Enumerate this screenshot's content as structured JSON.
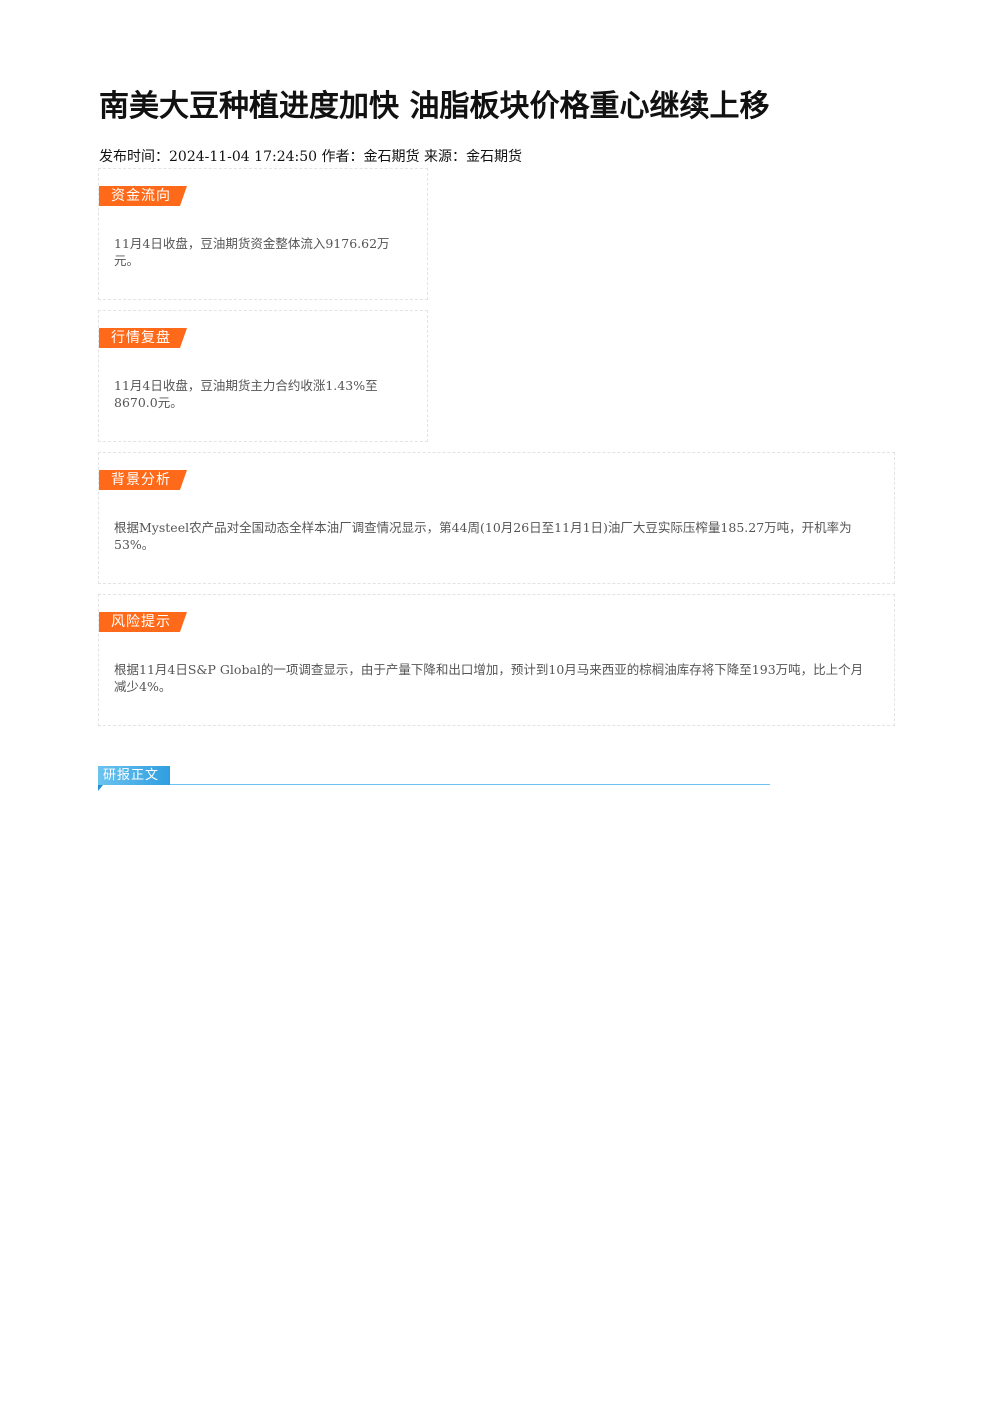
{
  "article": {
    "title": "南美大豆种植进度加快 油脂板块价格重心继续上移",
    "meta": "发布时间：2024-11-04 17:24:50 作者：金石期货 来源：金石期货"
  },
  "cards": {
    "fund_flow": {
      "tag": "资金流向",
      "text": "11月4日收盘，豆油期货资金整体流入9176.62万元。"
    },
    "market_review": {
      "tag": "行情复盘",
      "text": "11月4日收盘，豆油期货主力合约收涨1.43%至8670.0元。"
    },
    "background": {
      "tag": "背景分析",
      "text": "根据Mysteel农产品对全国动态全样本油厂调查情况显示，第44周(10月26日至11月1日)油厂大豆实际压榨量185.27万吨，开机率为53%。"
    },
    "risk": {
      "tag": "风险提示",
      "text": "根据11月4日S&P Global的一项调查显示，由于产量下降和出口增加，预计到10月马来西亚的棕榈油库存将下降至193万吨，比上个月减少4%。"
    }
  },
  "report_section": {
    "label": "研报正文"
  },
  "colors": {
    "tag_orange": "#ff6a1a",
    "section_blue": "#2f9ee0"
  }
}
